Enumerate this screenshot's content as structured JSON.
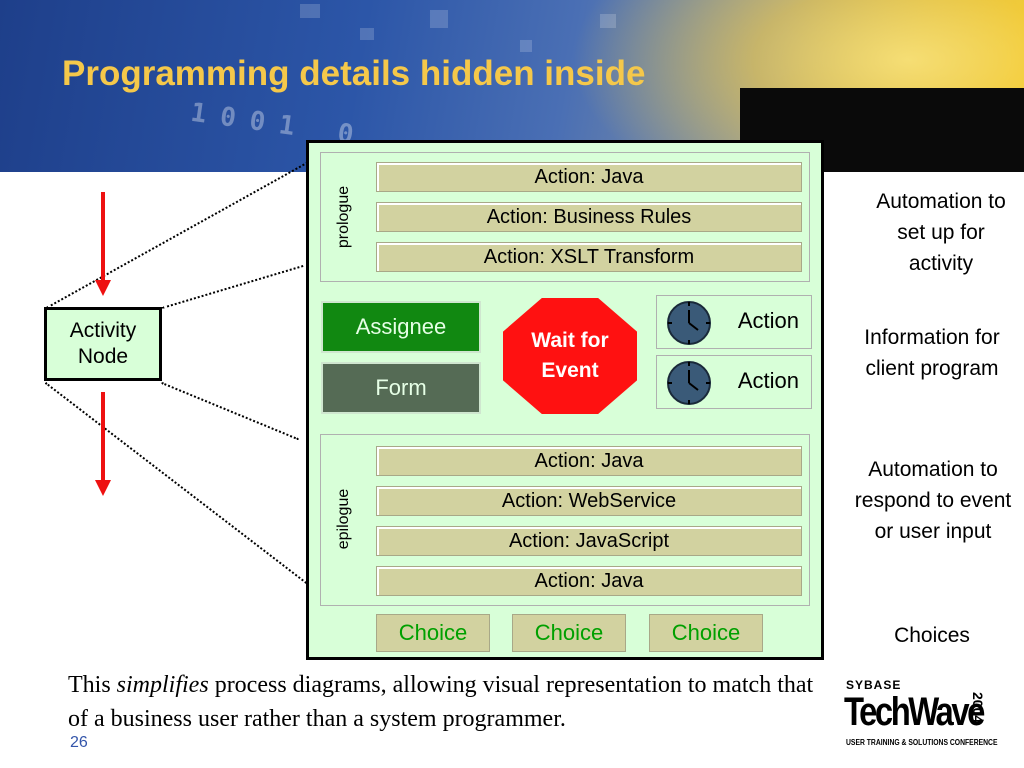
{
  "slide": {
    "title": "Programming details hidden inside",
    "page_number": "26"
  },
  "activity_node": {
    "label": "Activity Node"
  },
  "prologue": {
    "label": "prologue",
    "actions": [
      "Action: Java",
      "Action: Business Rules",
      "Action: XSLT Transform"
    ]
  },
  "client": {
    "assignee": "Assignee",
    "form": "Form",
    "wait": "Wait for Event",
    "timer_actions": [
      "Action",
      "Action"
    ]
  },
  "epilogue": {
    "label": "epilogue",
    "actions": [
      "Action: Java",
      "Action: WebService",
      "Action: JavaScript",
      "Action: Java"
    ]
  },
  "choices": [
    "Choice",
    "Choice",
    "Choice"
  ],
  "annotations": {
    "automation_setup": "Automation to set up for activity",
    "client_info": "Information for client program",
    "automation_respond": "Automation to respond to event or user input",
    "choices": "Choices"
  },
  "caption": {
    "before": "This ",
    "emphasis": "simplifies",
    "after": " process diagrams, allowing visual representation to match that of a business user rather than a system programmer."
  },
  "logo": {
    "brand": "SYBASE",
    "name": "TechWave",
    "year": "2004",
    "tagline": "USER TRAINING & SOLUTIONS CONFERENCE"
  },
  "colors": {
    "title": "#f5c84a",
    "node_fill": "#d8ffd8",
    "action_fill": "#d2d2a0",
    "assignee_fill": "#118811",
    "form_fill": "#556b55",
    "wait_fill": "#ff1111",
    "arrow": "#ee1111",
    "choice_text": "#00a000",
    "timer_face": "#3a5a78"
  },
  "icons": [
    "clock-icon",
    "clock-icon"
  ]
}
